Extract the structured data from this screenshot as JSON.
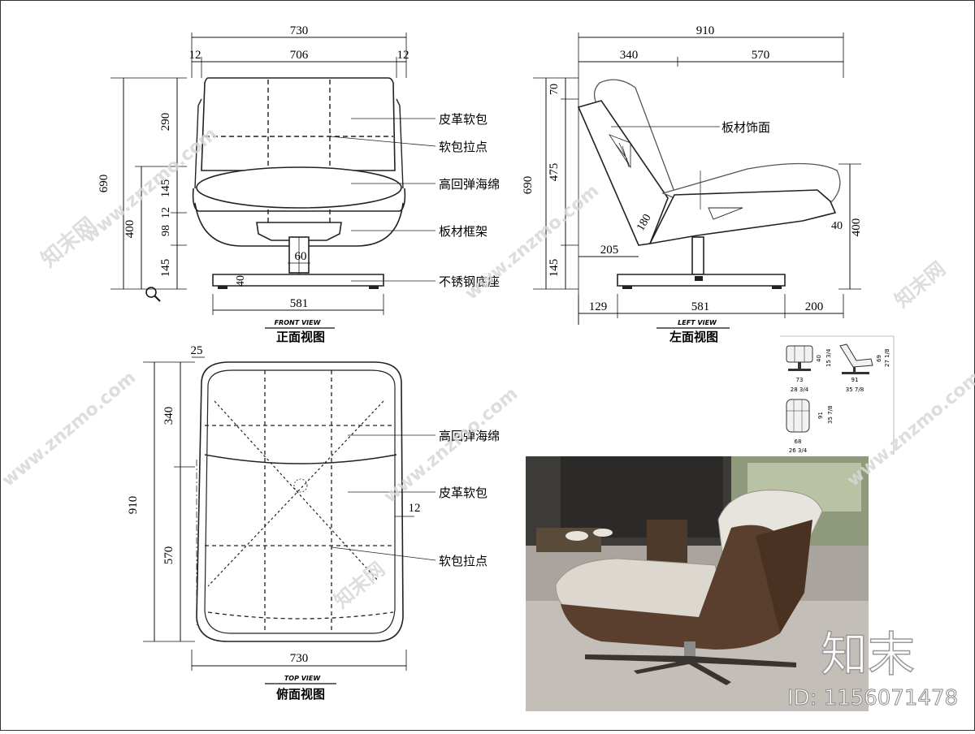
{
  "front_view": {
    "title": "正面视图",
    "subtitle": "FRONT VIEW",
    "dims": {
      "total_width": "730",
      "left_edge": "12",
      "inner_width": "706",
      "right_edge": "12",
      "total_height": "690",
      "lower_height": "400",
      "back_height": "290",
      "cushion_height": "145",
      "seat_edge": "12",
      "frame_height": "98",
      "base_gap": "145",
      "column_width": "60",
      "base_thickness": "40",
      "base_width": "581"
    },
    "labels": [
      "皮革软包",
      "软包拉点",
      "高回弹海绵",
      "板材框架",
      "不锈钢底座"
    ]
  },
  "left_view": {
    "title": "左面视图",
    "subtitle": "LEFT VIEW",
    "dims": {
      "total_depth": "910",
      "back_depth": "340",
      "seat_depth": "570",
      "total_height": "690",
      "top_offset": "70",
      "back_height": "475",
      "base_gap": "145",
      "seat_thickness": "180",
      "seat_offset": "205",
      "edge_thickness": "40",
      "front_height": "400",
      "rear_overhang": "129",
      "base_depth": "581",
      "front_overhang": "200"
    },
    "labels": [
      "板材饰面"
    ]
  },
  "top_view": {
    "title": "俯面视图",
    "subtitle": "TOP VIEW",
    "dims": {
      "edge": "25",
      "total_depth": "910",
      "back_depth": "340",
      "seat_depth": "570",
      "side_edge": "12",
      "total_width": "730"
    },
    "labels": [
      "高回弹海绵",
      "皮革软包",
      "软包拉点"
    ]
  },
  "reference_card": {
    "front": {
      "h1": "40",
      "h2": "15 3/4",
      "w1": "73",
      "w2": "28 3/4"
    },
    "side": {
      "h1": "69",
      "h2": "27 1/8",
      "w1": "91",
      "w2": "35 7/8"
    },
    "top": {
      "h1": "91",
      "h2": "35 7/8",
      "w1": "68",
      "w2": "26 3/4"
    }
  },
  "branding": {
    "logo_text": "知末",
    "id_text": "ID: 1156071478",
    "watermark": "www.znzmo.com",
    "watermark_cn": "知末网"
  }
}
